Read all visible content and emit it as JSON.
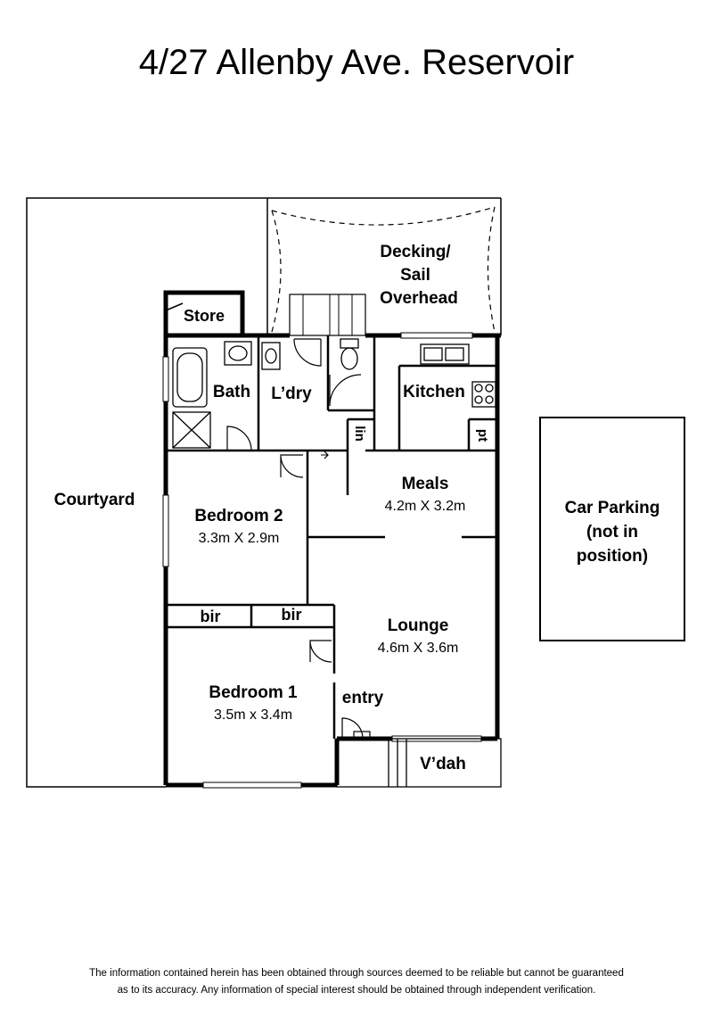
{
  "title": "4/27 Allenby Ave. Reservoir",
  "rooms": {
    "decking": [
      "Decking/",
      "Sail",
      "Overhead"
    ],
    "store": "Store",
    "bath": "Bath",
    "laundry": "L’dry",
    "kitchen": "Kitchen",
    "linen": "lin",
    "pantry": "pt",
    "meals": {
      "name": "Meals",
      "size": "4.2m X 3.2m"
    },
    "bedroom2": {
      "name": "Bedroom 2",
      "size": "3.3m X 2.9m"
    },
    "bir1": "bir",
    "bir2": "bir",
    "lounge": {
      "name": "Lounge",
      "size": "4.6m X 3.6m"
    },
    "bedroom1": {
      "name": "Bedroom 1",
      "size": "3.5m x 3.4m"
    },
    "entry": "entry",
    "verandah": "V’dah",
    "courtyard": "Courtyard",
    "car_parking": [
      "Car Parking",
      "(not in",
      "position)"
    ]
  },
  "disclaimer": [
    "The information contained herein has been obtained through sources deemed to be reliable but cannot be guaranteed",
    "as to its accuracy.  Any information of special interest should be obtained through independent verification."
  ]
}
